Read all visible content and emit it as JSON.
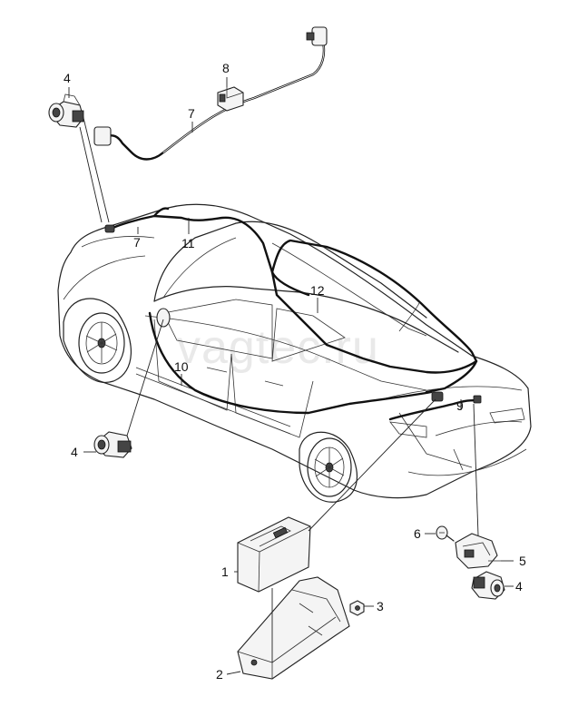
{
  "watermark": "vagtec.ru",
  "callouts": {
    "c1": "1",
    "c2": "2",
    "c3": "3",
    "c4_top": "4",
    "c4_left": "4",
    "c4_right": "4",
    "c5": "5",
    "c6": "6",
    "c7_upper": "7",
    "c7_lower": "7",
    "c8": "8",
    "c9": "9",
    "c10": "10",
    "c11": "11",
    "c12": "12"
  }
}
